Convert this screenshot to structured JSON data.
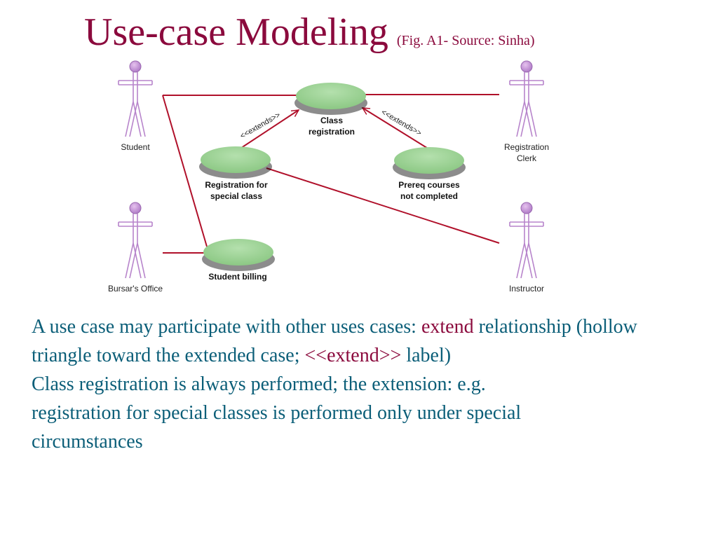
{
  "title": {
    "main": "Use-case Modeling",
    "source": "(Fig. A1- Source: Sinha)"
  },
  "diagram": {
    "actors": {
      "student": "Student",
      "registration_clerk": [
        "Registration",
        "Clerk"
      ],
      "bursars_office": "Bursar's Office",
      "instructor": "Instructor"
    },
    "use_cases": {
      "class_registration": [
        "Class",
        "registration"
      ],
      "registration_special": [
        "Registration for",
        "special class"
      ],
      "prereq": [
        "Prereq courses",
        "not completed"
      ],
      "student_billing": "Student billing"
    },
    "extends_label": "<<extends>>"
  },
  "body": {
    "p1_text": "A use case may participate with other uses cases:",
    "p1_extend": "extend",
    "p1_rel": "relationship (hollow triangle toward the extended case;",
    "p1_label_tag": "<<extend>>",
    "p1_label": "label)",
    "p2_line1": "Class registration is always performed; the extension: e.g.",
    "p2_line2": "registration for special classes is performed only under special",
    "p2_line3": "circumstances"
  },
  "colors": {
    "title": "#8b0a3d",
    "body_text": "#0b5e78",
    "connector": "#b0102a",
    "use_case_fill": "#93cf8c",
    "actor": "#c58ad6"
  }
}
